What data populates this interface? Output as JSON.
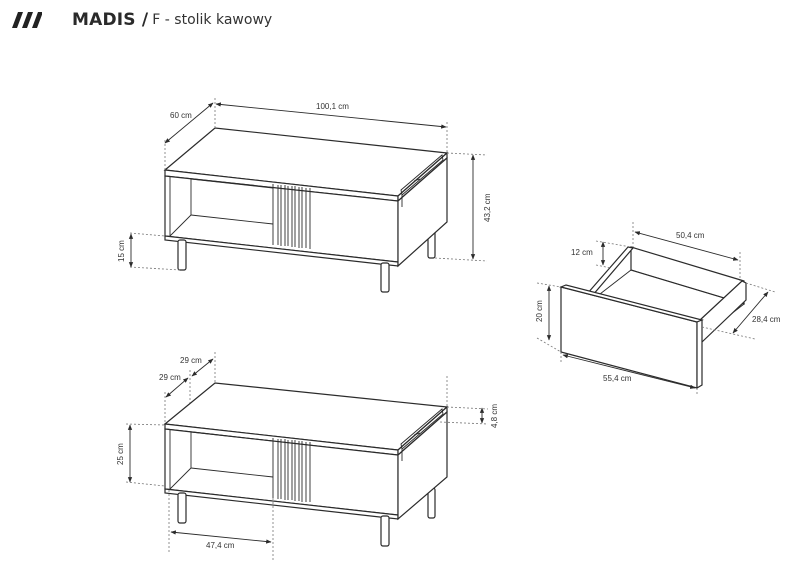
{
  "header": {
    "logo_icon": "triple-slash-logo",
    "brand": "MADIS /",
    "subtitle": "F - stolik kawowy"
  },
  "views": {
    "main_table": {
      "width_label": "100,1 cm",
      "depth_label": "60 cm",
      "height_label": "43,2 cm",
      "leg_height_label": "15 cm"
    },
    "drawer": {
      "inner_width_label": "50,4 cm",
      "inner_height_label": "12 cm",
      "front_height_label": "20 cm",
      "depth_label": "28,4 cm",
      "front_width_label": "55,4 cm"
    },
    "detail_table": {
      "depth_a_label": "29 cm",
      "depth_b_label": "29 cm",
      "top_thickness_label": "4,8 cm",
      "shelf_height_label": "25 cm",
      "shelf_width_label": "47,4 cm"
    }
  }
}
